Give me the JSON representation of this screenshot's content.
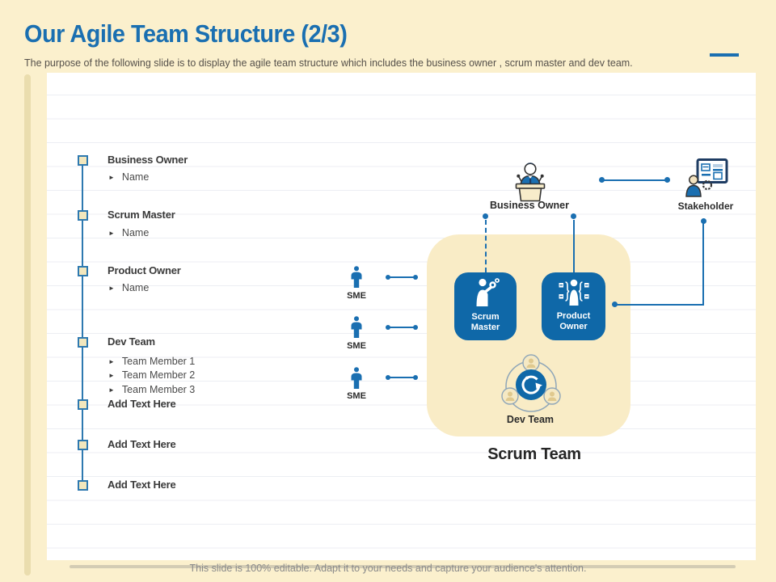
{
  "slide": {
    "title": "Our Agile Team Structure (2/3)",
    "subtitle": "The purpose of the following slide is to display the agile team structure which includes the business owner , scrum master and dev  team.",
    "footer": "This slide is 100% editable. Adapt it to your needs and capture your audience's attention.",
    "scrum_team_label": "Scrum Team"
  },
  "glyphs": {
    "bullet_arrow": "►"
  },
  "colors": {
    "accent_blue": "#1a6fb1",
    "card_blue": "#0f68a8",
    "background_beige": "#fbf0cd",
    "scrum_box_beige": "#f9ecc6",
    "marker_fill": "#f3e7bd",
    "text_dark": "#3a3a3a",
    "footer_gray": "#8b8b8b"
  },
  "list": {
    "items": [
      {
        "label": "Business Owner",
        "children": [
          "Name"
        ]
      },
      {
        "label": "Scrum Master",
        "children": [
          "Name"
        ]
      },
      {
        "label": "Product Owner",
        "children": [
          "Name"
        ]
      },
      {
        "label": "Dev Team",
        "children": [
          "Team Member 1",
          "Team Member 2",
          "Team Member 3"
        ]
      },
      {
        "label": "Add Text Here",
        "children": []
      },
      {
        "label": "Add Text Here",
        "children": []
      },
      {
        "label": "Add Text Here",
        "children": []
      }
    ]
  },
  "diagram": {
    "business_owner": "Business Owner",
    "stakeholder": "Stakeholder",
    "sme": [
      "SME",
      "SME",
      "SME"
    ],
    "scrum_master": {
      "line1": "Scrum",
      "line2": "Master"
    },
    "product_owner": {
      "line1": "Product",
      "line2": "Owner"
    },
    "dev_team": "Dev Team"
  }
}
